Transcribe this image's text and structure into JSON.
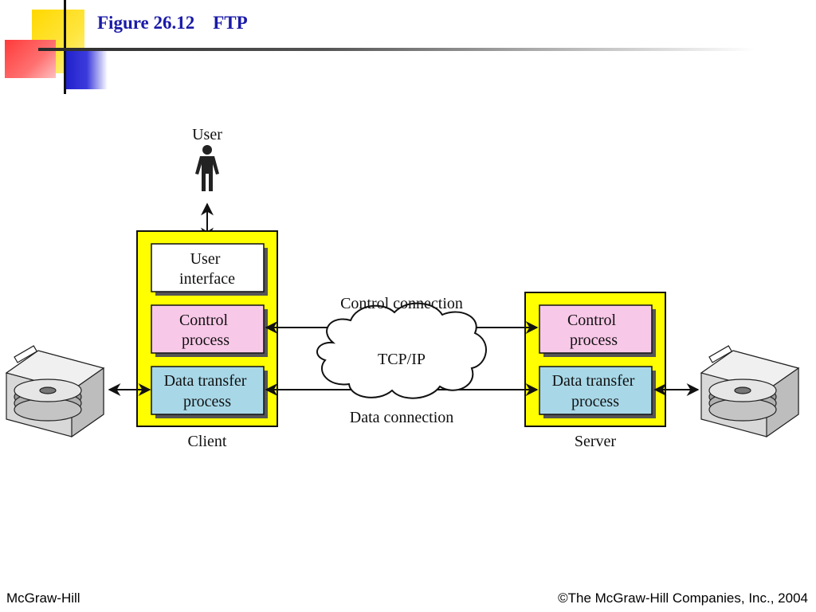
{
  "slide": {
    "title": "Figure 26.12    FTP"
  },
  "diagram": {
    "user_label": "User",
    "client": {
      "label": "Client",
      "user_interface": [
        "User",
        "interface"
      ],
      "control_process": [
        "Control",
        "process"
      ],
      "data_transfer_process": [
        "Data transfer",
        "process"
      ]
    },
    "server": {
      "label": "Server",
      "control_process": [
        "Control",
        "process"
      ],
      "data_transfer_process": [
        "Data transfer",
        "process"
      ]
    },
    "network_label": "TCP/IP",
    "control_connection_label": "Control connection",
    "data_connection_label": "Data connection",
    "colors": {
      "container": "#ffff00",
      "control_box": "#f8c8e8",
      "data_box": "#a8d8e8",
      "ui_box": "#ffffff",
      "title": "#1a1aa8"
    }
  },
  "footer": {
    "left": "McGraw-Hill",
    "right": "©The McGraw-Hill Companies, Inc., 2004"
  }
}
